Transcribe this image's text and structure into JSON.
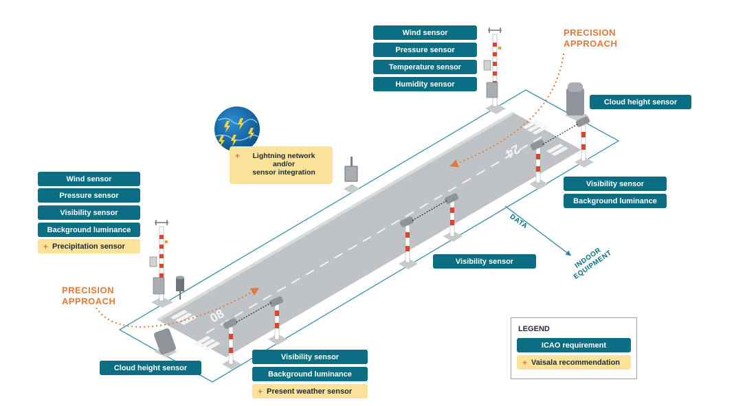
{
  "colors": {
    "icao": "#0b6e82",
    "vaisala": "#fbe29b",
    "accent": "#e0793a",
    "runway": "#b5b9bb",
    "outline": "#2a86a5"
  },
  "icons": {
    "plus": "+",
    "lightning_globe": "globe-lightning-icon",
    "mast": "weather-mast-icon",
    "transmissometer": "visibility-pole-icon",
    "ceilometer": "cloud-height-sensor-icon"
  },
  "approach_labels": {
    "top_right": [
      "PRECISION",
      "APPROACH"
    ],
    "bottom_left": [
      "PRECISION",
      "APPROACH"
    ]
  },
  "runway_numbers": {
    "near": "08",
    "far": "24"
  },
  "data_label": "DATA",
  "indoor_label": [
    "INDOOR",
    "EQUIPMENT"
  ],
  "groups": {
    "top_mast": [
      "Wind sensor",
      "Pressure sensor",
      "Temperature sensor",
      "Humidity sensor"
    ],
    "left_mast": [
      "Wind sensor",
      "Pressure sensor",
      "Visibility sensor",
      "Background luminance"
    ],
    "left_mast_rec": "Precipitation sensor",
    "cloud_top": "Cloud height sensor",
    "cloud_bottom": "Cloud height sensor",
    "vis_right": [
      "Visibility sensor",
      "Background luminance"
    ],
    "vis_mid": "Visibility sensor",
    "vis_bottom": [
      "Visibility sensor",
      "Background luminance"
    ],
    "vis_bottom_rec": "Present weather sensor",
    "lightning": [
      "Lightning network",
      "and/or",
      "sensor integration"
    ]
  },
  "legend": {
    "title": "LEGEND",
    "icao": "ICAO requirement",
    "vaisala": "Vaisala recommendation"
  }
}
